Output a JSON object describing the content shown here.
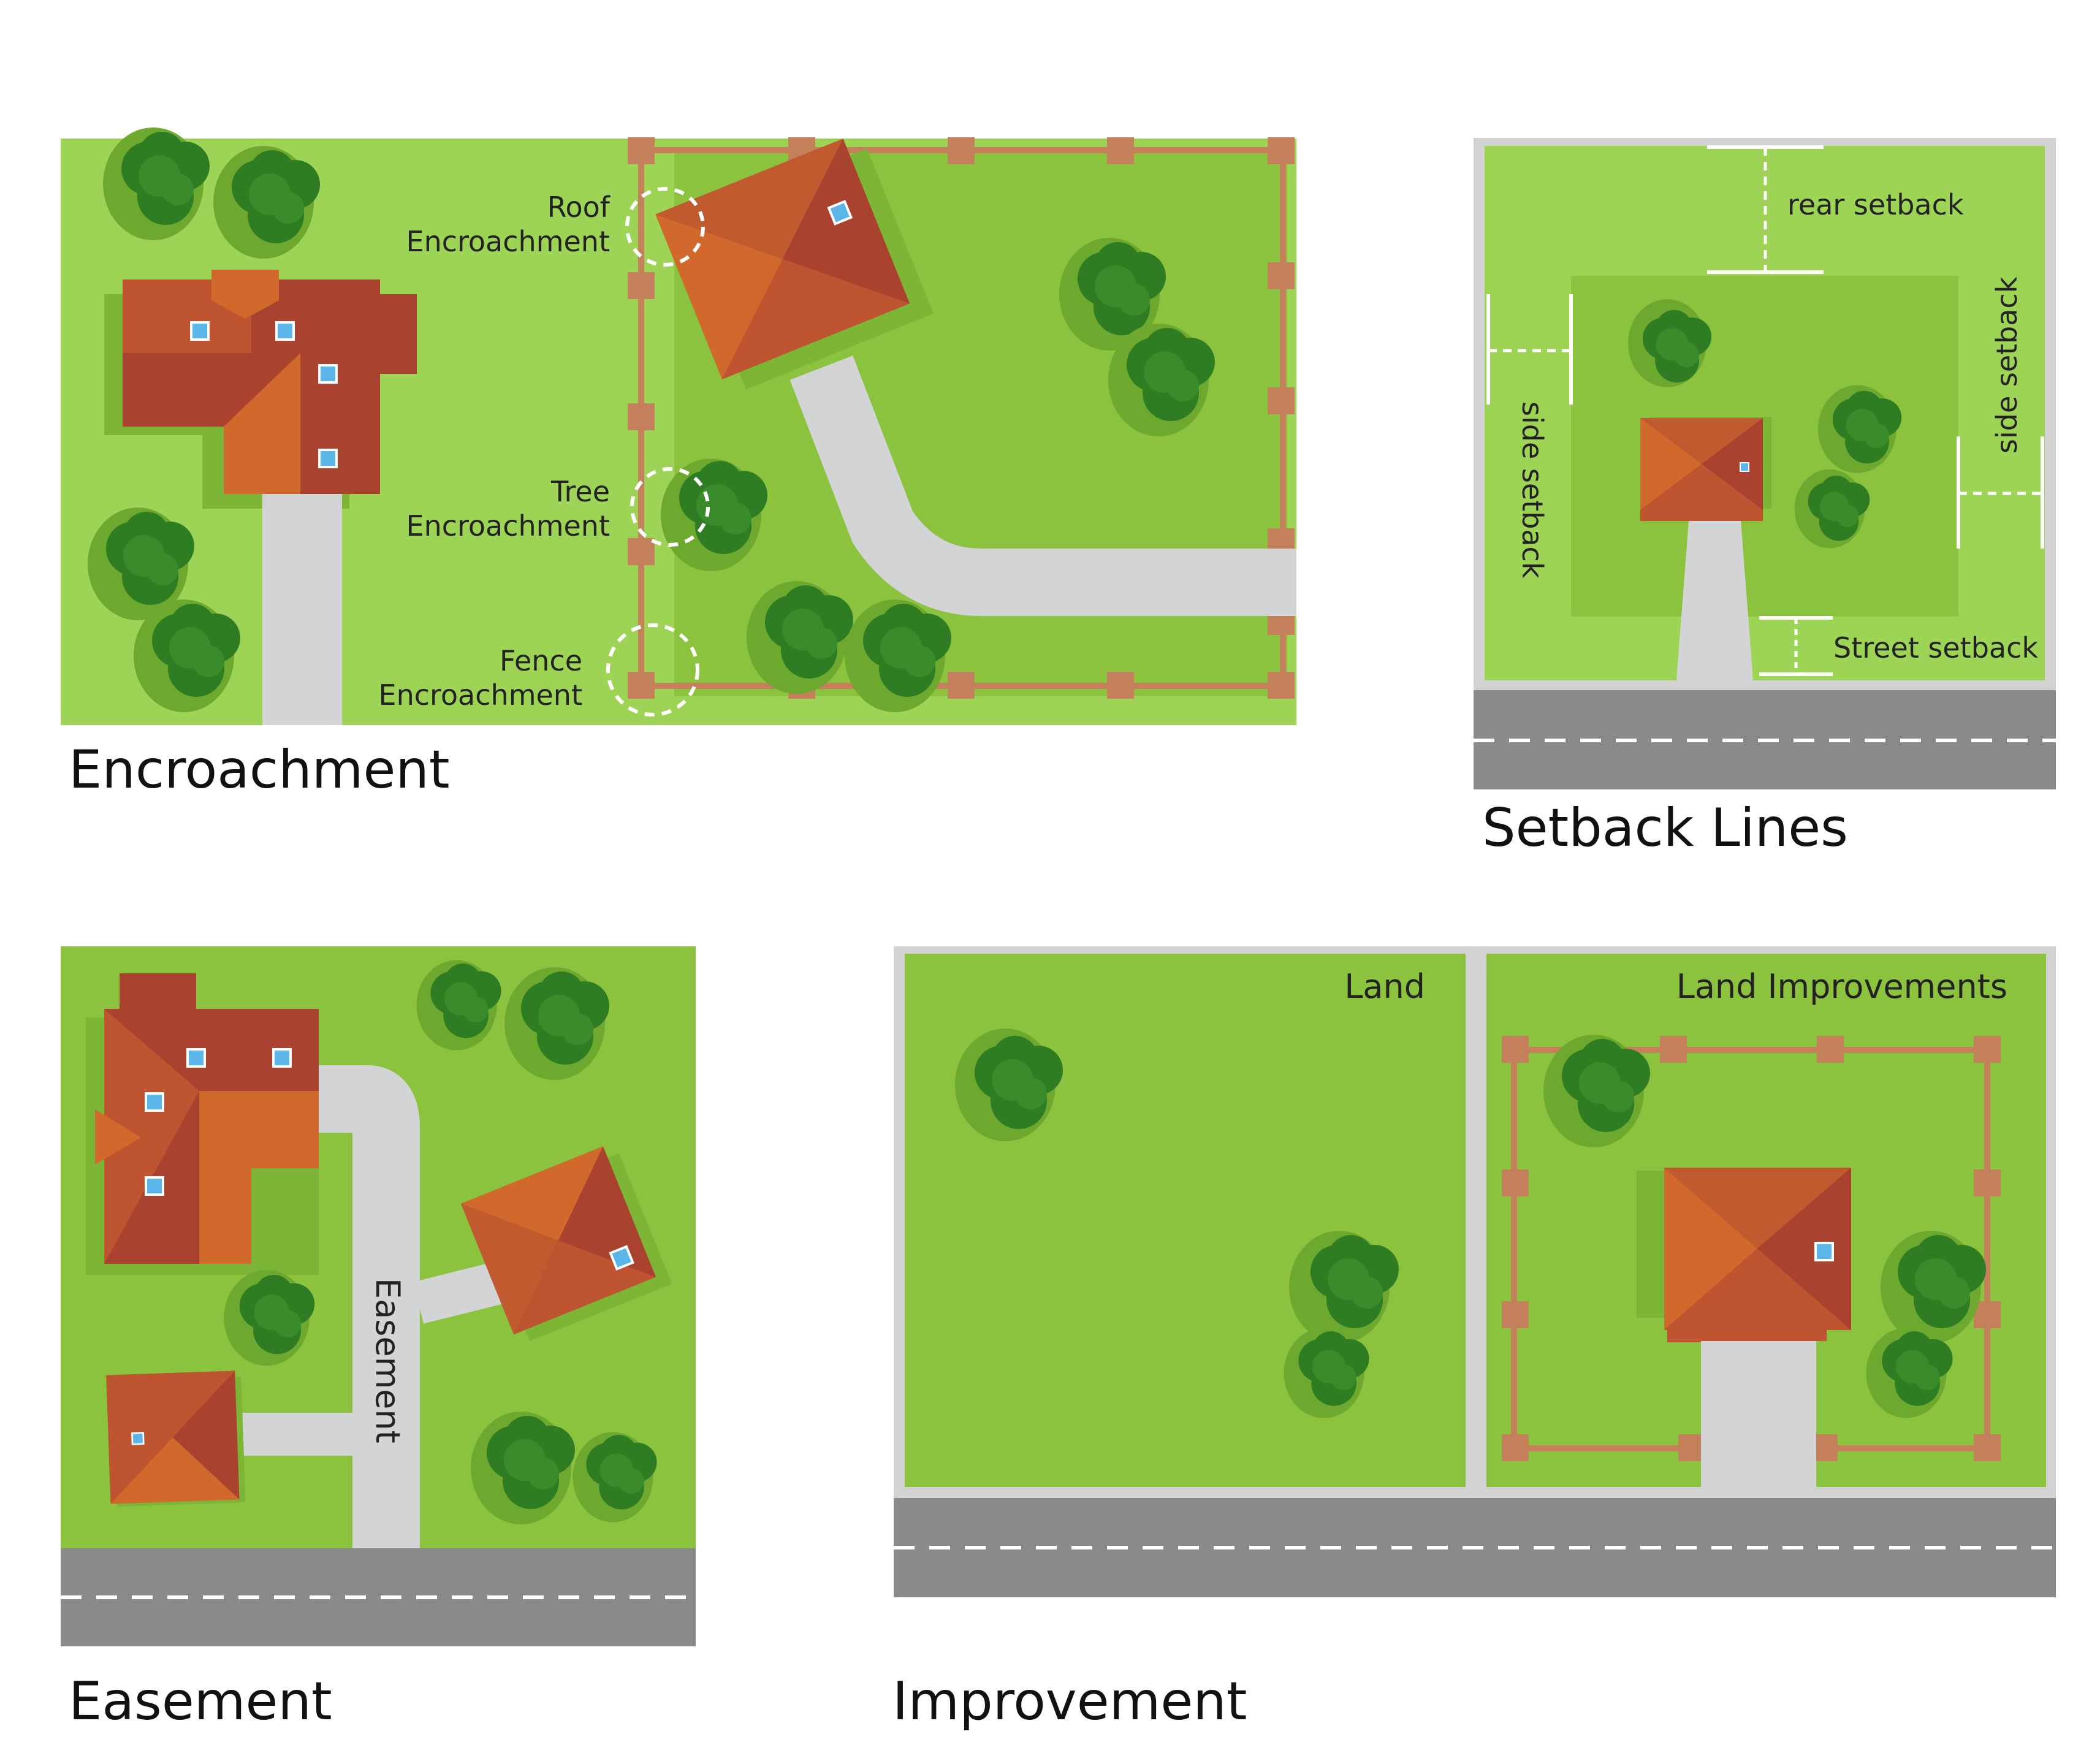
{
  "panels": {
    "encroachment": {
      "title": "Encroachment",
      "labels": {
        "roof_line1": "Roof",
        "roof_line2": "Encroachment",
        "tree_line1": "Tree",
        "tree_line2": "Encroachment",
        "fence_line1": "Fence",
        "fence_line2": "Encroachment"
      }
    },
    "setback": {
      "title": "Setback Lines",
      "labels": {
        "rear": "rear setback",
        "side_left": "side setback",
        "side_right": "side setback",
        "street": "Street setback"
      }
    },
    "easement": {
      "title": "Easement",
      "labels": {
        "easement": "Easement"
      }
    },
    "improvement": {
      "title": "Improvement",
      "labels": {
        "land": "Land",
        "land_improvements": "Land Improvements"
      }
    }
  },
  "colors": {
    "grass_light": "#9ED456",
    "grass": "#8BC33F",
    "grass_dark": "#7DB537",
    "shadow": "#6EA92F",
    "tree": "#2E7D22",
    "tree_mid": "#3A8C2A",
    "roof_orange": "#D2692C",
    "roof_red": "#A9432F",
    "roof_mid": "#BE5530",
    "fence": "#C47F5B",
    "path": "#D3D4D6",
    "road": "#8A8A8A",
    "border": "#D3D3D3",
    "window": "#5BB5E8"
  }
}
